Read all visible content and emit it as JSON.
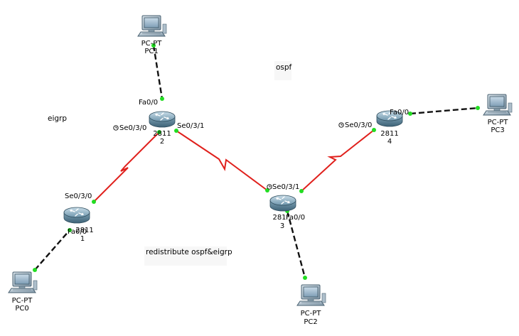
{
  "colors": {
    "serial_link": "#e0201c",
    "ethernet_link": "#111111",
    "port_dot": "#22dd22"
  },
  "notes": {
    "ospf": "ospf",
    "eigrp": "eigrp",
    "redistribute": "redistribute ospf&eigrp"
  },
  "devices": {
    "pc1": {
      "icon": "pc-icon",
      "model": "PC-PT",
      "name": "PC1"
    },
    "pc0": {
      "icon": "pc-icon",
      "model": "PC-PT",
      "name": "PC0"
    },
    "pc2": {
      "icon": "pc-icon",
      "model": "PC-PT",
      "name": "PC2"
    },
    "pc3": {
      "icon": "pc-icon",
      "model": "PC-PT",
      "name": "PC3"
    },
    "r1": {
      "icon": "router-icon",
      "model": "2811",
      "name": "1"
    },
    "r2": {
      "icon": "router-icon",
      "model": "2811",
      "name": "2"
    },
    "r3": {
      "icon": "router-icon",
      "model": "281",
      "name": "3"
    },
    "r4": {
      "icon": "router-icon",
      "model": "2811",
      "name": "4"
    }
  },
  "interfaces": {
    "r2_fa": "Fa0/0",
    "r2_se0": "Se0/3/0",
    "r2_se1": "Se0/3/1",
    "r1_se": "Se0/3/0",
    "r1_fa": "Fa0/0",
    "r3_se": "Se0/3/1",
    "r3_fa": "Fa0/0",
    "r4_se": "Se0/3/0",
    "r4_fa": "Fa0/0"
  }
}
